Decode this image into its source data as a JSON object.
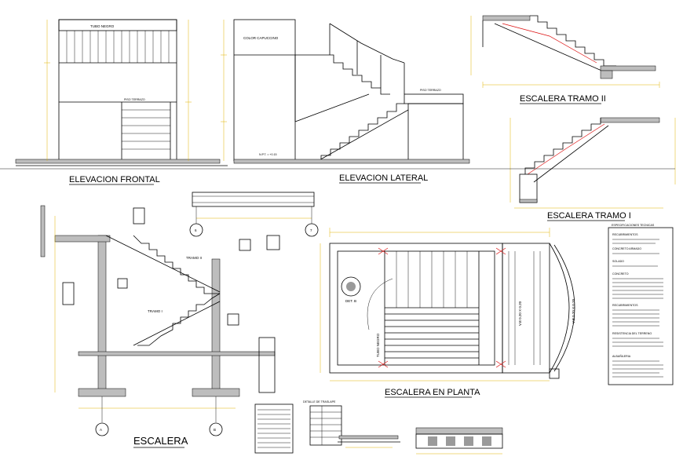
{
  "titles": {
    "elevacion_frontal": "ELEVACION FRONTAL",
    "elevacion_lateral": "ELEVACION LATERAL",
    "escalera_tramo_2": "ESCALERA TRAMO II",
    "escalera_tramo_1": "ESCALERA TRAMO I",
    "escalera_en_planta": "ESCALERA EN PLANTA",
    "escalera": "ESCALERA",
    "detalle_traslape": "DETALLE DE TRASLAPE"
  },
  "labels": {
    "tubo_negro_frontal": "TUBO NEGRO",
    "color_capuccino": "COLOR CAPUCCINO",
    "piso_terrazo_frontal": "PISO TERRAZO",
    "piso_terrazo_lateral": "PISO TERRAZO",
    "npt_lateral": "N.P.T. = +0.15",
    "tramo_1": "TRAMO I",
    "tramo_2": "TRAMO II",
    "tubo_negro_planta": "TUBO NEGRO",
    "det_label": "DET. B",
    "vb_label_1": "V.B 0.20 X 0.20",
    "vb_label_2": "V.B 0.20 X 0.20",
    "axis_6": "6",
    "axis_7": "7",
    "axis_a": "A",
    "axis_b": "B"
  },
  "specs": {
    "title": "ESPECIFICACIONES TECNICAS",
    "lines": [
      "RECUBRIMIENTOS",
      "CONCRETO ARMADO",
      "SOLADO",
      "CONCRETO",
      "RECUBRIMIENTOS",
      "RESISTENCIA DEL TERRENO",
      "ALBAÑILERIA"
    ]
  },
  "colors": {
    "line": "#000000",
    "dimension": "#e0b400",
    "axis_marker": "#d11111",
    "hatch": "#bdbdbd"
  }
}
